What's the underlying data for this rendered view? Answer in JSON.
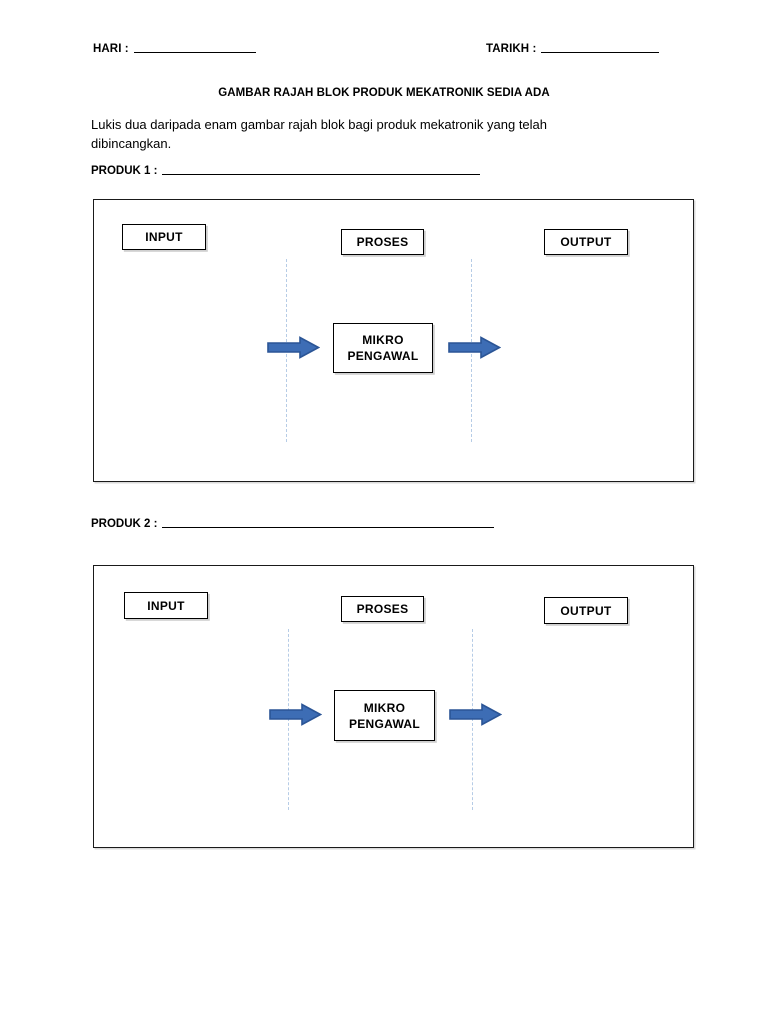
{
  "header": {
    "hari_label": "HARI :",
    "tarikh_label": "TARIKH :"
  },
  "title": "GAMBAR RAJAH BLOK PRODUK MEKATRONIK SEDIA ADA",
  "instruction": "Lukis dua daripada enam gambar rajah blok bagi produk mekatronik yang telah dibincangkan.",
  "produk": [
    {
      "label": "PRODUK 1 :"
    },
    {
      "label": "PRODUK 2 :"
    }
  ],
  "diagrams": [
    {
      "input_label": "INPUT",
      "proses_label": "PROSES",
      "output_label": "OUTPUT",
      "mikro_line1": "MIKRO",
      "mikro_line2": "PENGAWAL"
    },
    {
      "input_label": "INPUT",
      "proses_label": "PROSES",
      "output_label": "OUTPUT",
      "mikro_line1": "MIKRO",
      "mikro_line2": "PENGAWAL"
    }
  ],
  "colors": {
    "arrow_fill": "#3D6DB5",
    "arrow_stroke": "#2B5596",
    "dashed_line": "#B6CCE6",
    "border": "#000000",
    "text": "#000000",
    "page_background": "#FFFFFF"
  }
}
